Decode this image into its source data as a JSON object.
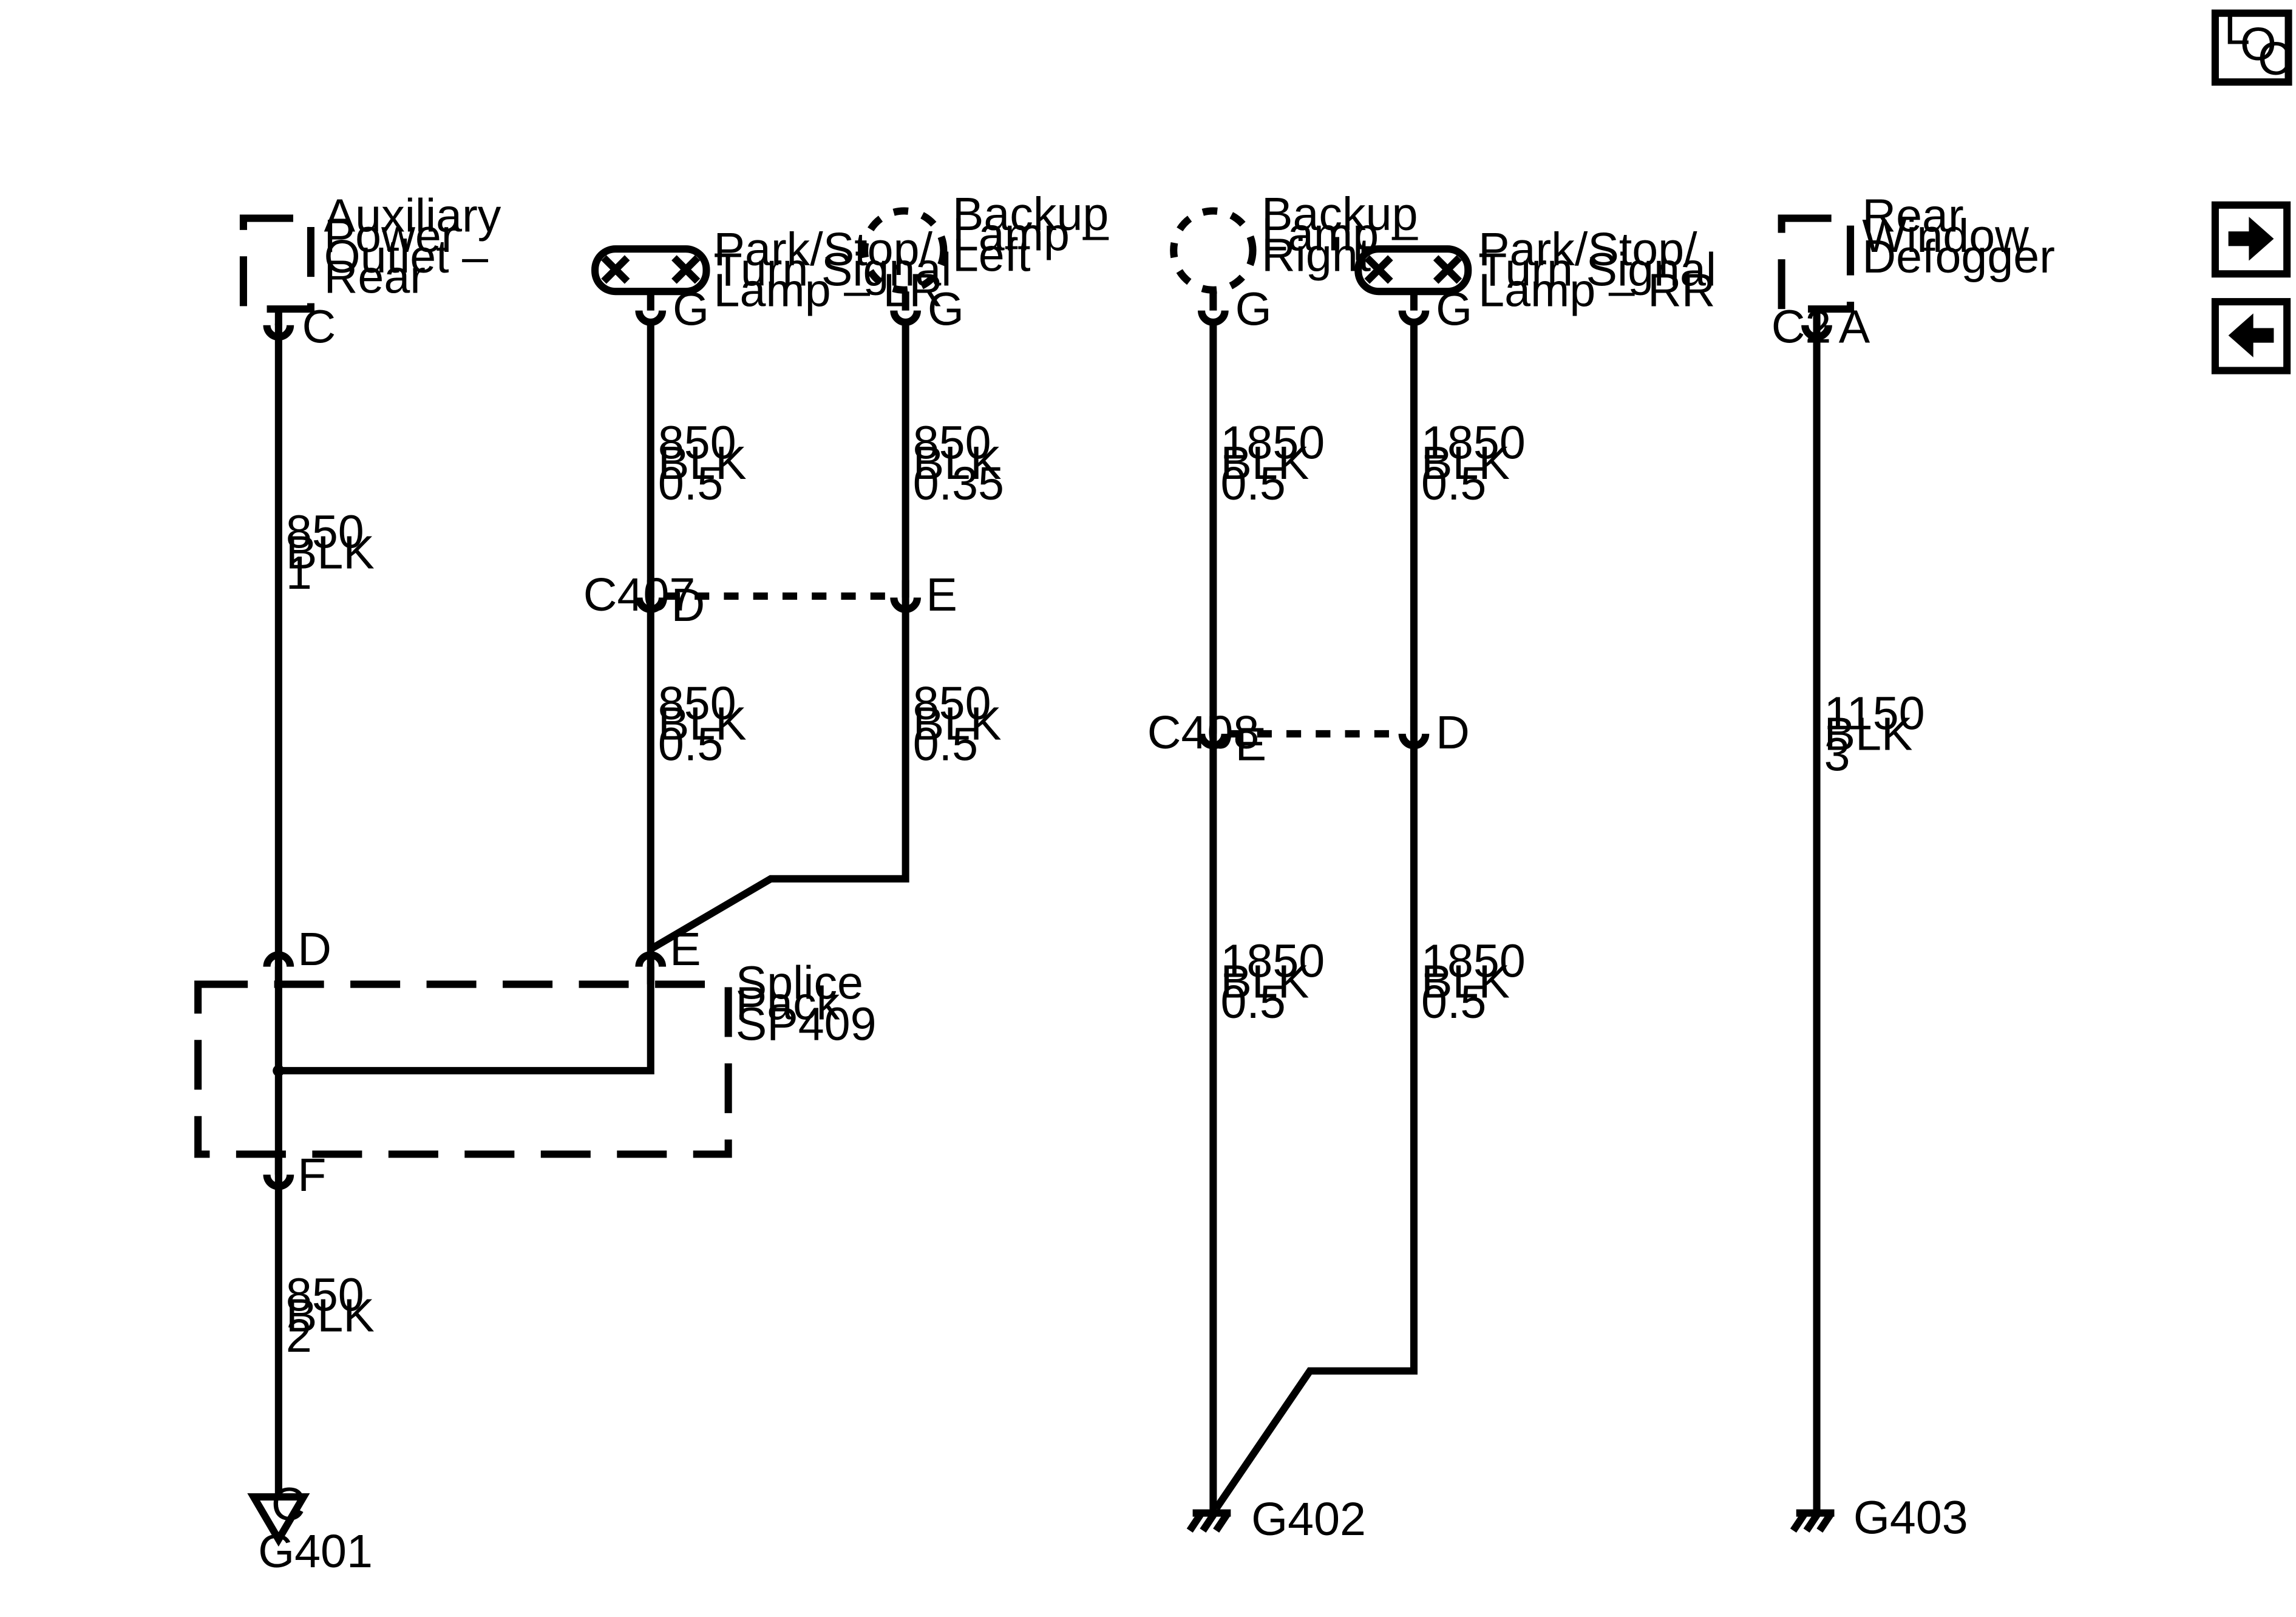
{
  "nav": {
    "loc_letters": [
      "L",
      "O",
      "C"
    ],
    "next_icon": "arrow-right-icon",
    "prev_icon": "arrow-left-icon"
  },
  "components": {
    "aux_outlet": [
      "Auxiliary",
      "Power",
      "Outlet –",
      "Rear"
    ],
    "lamp_lr": [
      "Park/Stop/",
      "Turn Signal",
      "Lamp – LR"
    ],
    "backup_left": [
      "Backup",
      "Lamp –",
      "Left"
    ],
    "backup_right": [
      "Backup",
      "Lamp –",
      "Right"
    ],
    "lamp_rr": [
      "Park/Stop/",
      "Turn Signal",
      "Lamp – RR"
    ],
    "defogger": [
      "Rear",
      "Window",
      "Defogger"
    ],
    "splice": [
      "Splice",
      "Pack",
      "SP409"
    ]
  },
  "pins": {
    "aux_c": "C",
    "lr_g": "G",
    "bl_g": "G",
    "br_g": "G",
    "rr_g": "G",
    "defog_conn": "C2",
    "defog_a": "A",
    "c407": "C407",
    "c407_d": "D",
    "c407_e": "E",
    "c408": "C408",
    "c408_e": "E",
    "c408_d": "D",
    "sp_d": "D",
    "sp_e": "E",
    "sp_f": "F"
  },
  "wires": {
    "w_aux": [
      "850",
      "BLK",
      "1"
    ],
    "w_lr_top": [
      "850",
      "BLK",
      "0.5"
    ],
    "w_bl_top": [
      "850",
      "BLK",
      "0.35"
    ],
    "w_lr_bot": [
      "850",
      "BLK",
      "0.5"
    ],
    "w_bl_bot": [
      "850",
      "BLK",
      "0.5"
    ],
    "w_gnd": [
      "850",
      "BLK",
      "2"
    ],
    "w_br_top": [
      "1850",
      "BLK",
      "0.5"
    ],
    "w_rr_top": [
      "1850",
      "BLK",
      "0.5"
    ],
    "w_br_bot": [
      "1850",
      "BLK",
      "0.5"
    ],
    "w_rr_bot": [
      "1850",
      "BLK",
      "0.5"
    ],
    "w_defog": [
      "1150",
      "BLK",
      "3"
    ]
  },
  "grounds": {
    "g401": "G401",
    "g401_letter": "C",
    "g402": "G402",
    "g403": "G403"
  }
}
